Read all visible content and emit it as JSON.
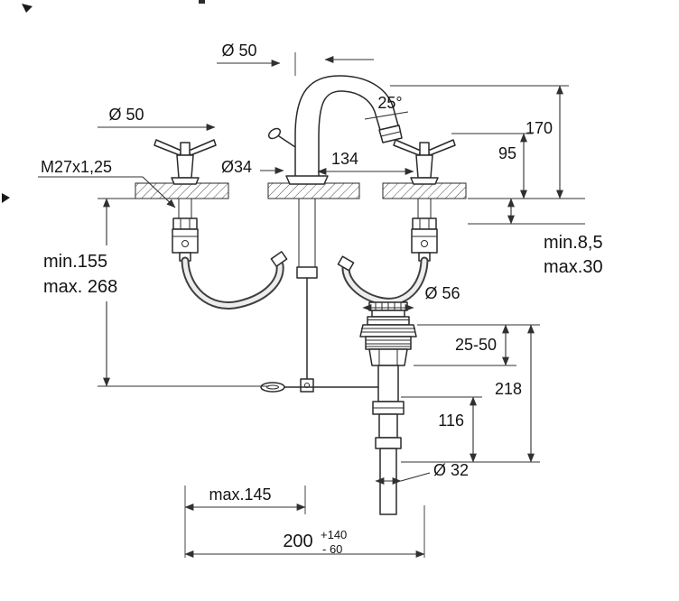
{
  "colors": {
    "line": "#2a2a2a",
    "background": "#ffffff"
  },
  "labels": {
    "spout_diameter": "Ø 50",
    "handle_diameter": "Ø 50",
    "spout_angle": "25°",
    "overall_height": "170",
    "handle_height": "95",
    "thread_spec": "M27x1,25",
    "base_diameter": "Ø34",
    "spout_to_handle_distance": "134",
    "install_depth_min": "min.155",
    "install_depth_max": "max. 268",
    "deck_thickness_min": "min.8,5",
    "deck_thickness_max": "max.30",
    "waste_flange_diameter": "Ø 56",
    "waste_deck_range": "25-50",
    "waste_height": "218",
    "tailpipe_length": "116",
    "tailpipe_diameter": "Ø 32",
    "hose_reach": "max.145",
    "hole_spacing": "200",
    "hole_spacing_tol_plus": "+140",
    "hole_spacing_tol_minus": "- 60"
  }
}
